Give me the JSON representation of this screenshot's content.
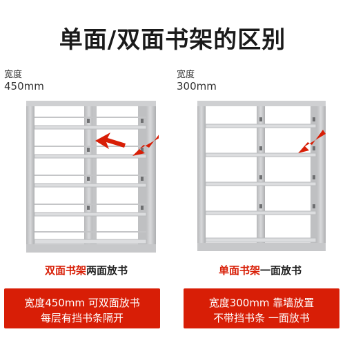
{
  "title": "单面/双面书架的区别",
  "left": {
    "dim_label": "宽度",
    "dim_value": "450mm",
    "caption_red": "双面书架",
    "caption_rest": "两面放书",
    "box_line1": "宽度450mm 可双面放书",
    "box_line2": "每层有挡书条隔开"
  },
  "right": {
    "dim_label": "宽度",
    "dim_value": "300mm",
    "caption_red": "单面书架",
    "caption_rest": "一面放书",
    "box_line1": "宽度300mm 靠墙放置",
    "box_line2": "不带挡书条 一面放书"
  },
  "colors": {
    "accent": "#d81e06",
    "frame": "#c9cacc",
    "frame_dark": "#a8a9ab",
    "shelf_light": "#e6e7e8"
  },
  "icons": [
    "arrow-icon",
    "bookshelf-icon"
  ]
}
